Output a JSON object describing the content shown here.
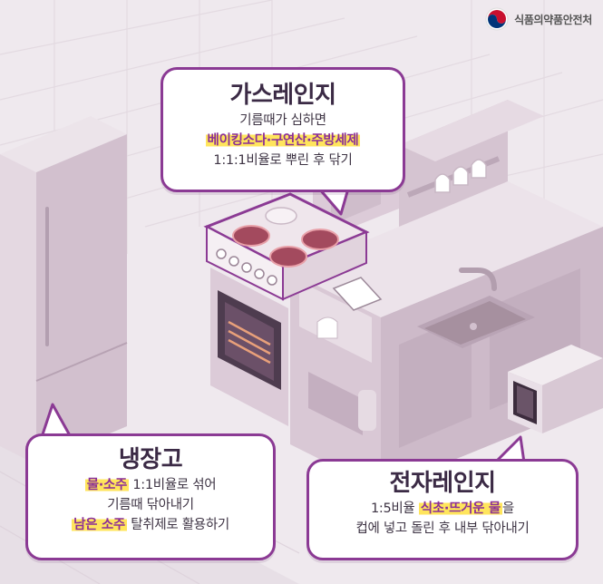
{
  "brand": {
    "name": "식품의약품안전처",
    "logo_colors": [
      "#c8102e",
      "#003478",
      "#ffffff"
    ]
  },
  "gas_range": {
    "title": "가스레인지",
    "line1": "기름때가 심하면",
    "highlight": "베이킹소다·구연산·주방세제",
    "line3": "1:1:1비율로 뿌린 후 닦기"
  },
  "refrigerator": {
    "title": "냉장고",
    "line1_highlight": "물·소주",
    "line1_rest": " 1:1비율로 섞어",
    "line2": "기름때 닦아내기",
    "line3_highlight": "남은 소주",
    "line3_rest": " 탈취제로 활용하기"
  },
  "microwave": {
    "title": "전자레인지",
    "line1_prefix": "1:5비율 ",
    "line1_highlight": "식초·뜨거운 물",
    "line1_suffix": "을",
    "line2": "컵에 넣고 돌린 후 내부 닦아내기"
  },
  "colors": {
    "accent": "#8b3a94",
    "highlight": "#ffe55c",
    "background": "#efe9ee",
    "cabinet": "#d9c9d5",
    "burner": "#a34a5e"
  }
}
